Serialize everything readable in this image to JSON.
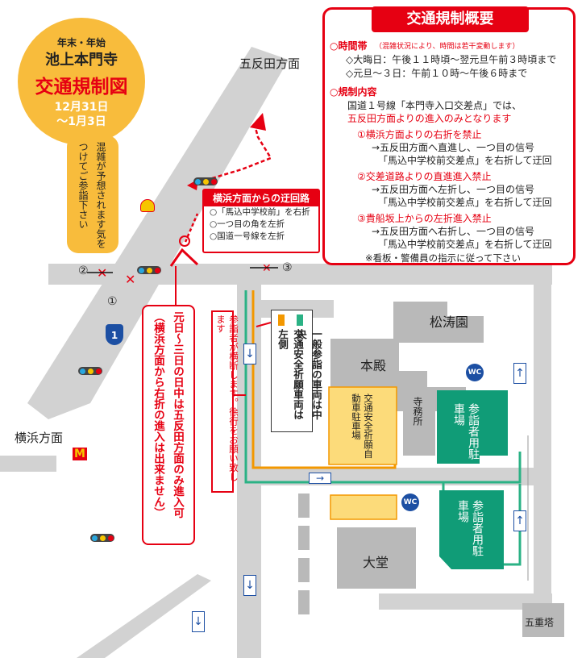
{
  "title": {
    "subtitle": "年末・年始",
    "temple": "池上本門寺",
    "main": "交通規制図",
    "date_start": "12月31日",
    "date_end": "〜1月3日"
  },
  "congestion_note": "混雑が予想されます気をつけてご参詣下さい",
  "info_box": {
    "title": "交通規制概要",
    "time_heading": "○時間帯",
    "time_note": "（混雑状況により、時間は若干変動します）",
    "time_line1": "◇大晦日：午後１１時頃〜翌元旦午前３時頃まで",
    "time_line2": "◇元旦〜３日：午前１０時〜午後６時まで",
    "content_heading": "○規制内容",
    "content_line1": "国道１号線「本門寺入口交差点」では、",
    "content_line2": "五反田方面よりの進入のみとなります",
    "rule1_heading": "①横浜方面よりの右折を禁止",
    "rule1_line1": "→五反田方面へ直進し、一つ目の信号",
    "rule1_line2": "「馬込中学校前交差点」を右折して迂回",
    "rule2_heading": "②交差道路よりの直進進入禁止",
    "rule2_line1": "→五反田方面へ左折し、一つ目の信号",
    "rule2_line2": "「馬込中学校前交差点」を右折して迂回",
    "rule3_heading": "③貴船坂上からの左折進入禁止",
    "rule3_line1": "→五反田方面へ右折し、一つ目の信号",
    "rule3_line2": "「馬込中学校前交差点」を右折して迂回",
    "footer": "※看板・警備員の指示に従って下さい"
  },
  "detour": {
    "title": "横浜方面からの迂回路",
    "line1": "○「馬込中学校前」を右折",
    "line2": "○一つ目の角を左折",
    "line3": "○国道一号線を左折"
  },
  "labels": {
    "gotanda": "五反田方面",
    "yokohama": "横浜方面",
    "route_number": "1",
    "num1": "①",
    "num2": "②",
    "num3": "③",
    "shoutoen": "松涛園",
    "honden": "本殿",
    "jimusho": "寺務所",
    "daido": "大堂",
    "gojunoto": "五重塔",
    "wc": "WC",
    "parking_safety": "交通安全祈願自動車駐車場",
    "parking_visitor": "参詣者用駐車場"
  },
  "notes": {
    "entry_only": "元日〜三日の日中は五反田方面のみ進入可",
    "entry_only_paren": "（横浜方面から右折の進入は出来ません）",
    "pedestrians": "参詣者が横断します。徐行をお願い致します",
    "general_center": "一般参詣の車両は中央",
    "safety_left": "交通安全祈願車両は左側"
  },
  "colors": {
    "road": "#d2d2d2",
    "building": "#b9b9b9",
    "parking_green": "#109c77",
    "parking_yellow": "#fcdb7a",
    "accent_red": "#e60012",
    "title_orange": "#f8bc3c",
    "route_orange": "#f39800",
    "route_green": "#2bb285",
    "sign_blue": "#1c4fa3"
  },
  "icons": {
    "shell": "shell-logo-icon",
    "mcdonalds": "mcdonalds-logo-icon",
    "wc": "wc-icon",
    "traffic_signal": "traffic-signal-icon",
    "one_way_arrow": "one-way-arrow-icon"
  }
}
